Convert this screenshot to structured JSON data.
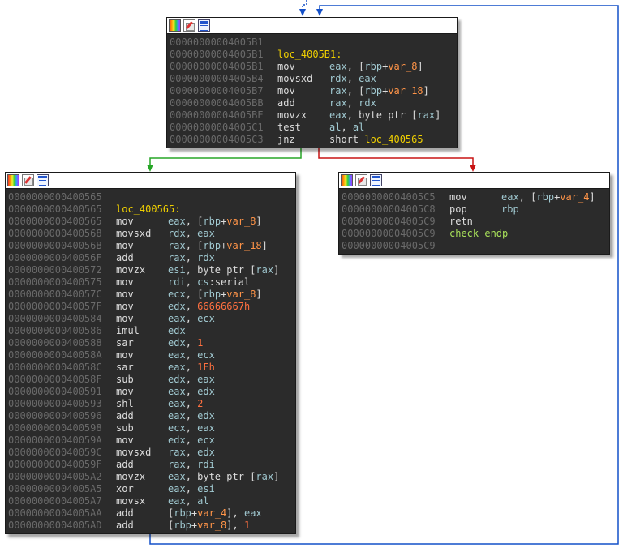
{
  "window": {
    "title": "",
    "colors": {
      "node_bg": "#2b2b2b",
      "address": "#6a6a6a",
      "mnemonic": "#dcdcdc",
      "label": "#f0d000",
      "register": "#a0c8d0",
      "variable": "#ff9448",
      "number": "#ff7040",
      "edge_true": "#26a626",
      "edge_false": "#c81414",
      "edge_loop": "#1450c8"
    }
  },
  "toolbar_icons": [
    "color-palette-icon",
    "rename-edit-icon",
    "graph-overview-icon"
  ],
  "nodes": {
    "top": {
      "lines": [
        {
          "addr": "00000000004005B1",
          "mnem": "",
          "ops": []
        },
        {
          "addr": "00000000004005B1",
          "label": "loc_4005B1:"
        },
        {
          "addr": "00000000004005B1",
          "mnem": "mov",
          "ops": [
            {
              "t": "eax",
              "c": "reg"
            },
            {
              "t": ", [",
              "c": "plain"
            },
            {
              "t": "rbp",
              "c": "reg"
            },
            {
              "t": "+",
              "c": "plain"
            },
            {
              "t": "var_8",
              "c": "var"
            },
            {
              "t": "]",
              "c": "plain"
            }
          ]
        },
        {
          "addr": "00000000004005B4",
          "mnem": "movsxd",
          "ops": [
            {
              "t": "rdx",
              "c": "reg"
            },
            {
              "t": ", ",
              "c": "plain"
            },
            {
              "t": "eax",
              "c": "reg"
            }
          ]
        },
        {
          "addr": "00000000004005B7",
          "mnem": "mov",
          "ops": [
            {
              "t": "rax",
              "c": "reg"
            },
            {
              "t": ", [",
              "c": "plain"
            },
            {
              "t": "rbp",
              "c": "reg"
            },
            {
              "t": "+",
              "c": "plain"
            },
            {
              "t": "var_18",
              "c": "var"
            },
            {
              "t": "]",
              "c": "plain"
            }
          ]
        },
        {
          "addr": "00000000004005BB",
          "mnem": "add",
          "ops": [
            {
              "t": "rax",
              "c": "reg"
            },
            {
              "t": ", ",
              "c": "plain"
            },
            {
              "t": "rdx",
              "c": "reg"
            }
          ]
        },
        {
          "addr": "00000000004005BE",
          "mnem": "movzx",
          "ops": [
            {
              "t": "eax",
              "c": "reg"
            },
            {
              "t": ", byte ptr [",
              "c": "plain"
            },
            {
              "t": "rax",
              "c": "reg"
            },
            {
              "t": "]",
              "c": "plain"
            }
          ]
        },
        {
          "addr": "00000000004005C1",
          "mnem": "test",
          "ops": [
            {
              "t": "al",
              "c": "reg"
            },
            {
              "t": ", ",
              "c": "plain"
            },
            {
              "t": "al",
              "c": "reg"
            }
          ]
        },
        {
          "addr": "00000000004005C3",
          "mnem": "jnz",
          "ops": [
            {
              "t": "short ",
              "c": "plain"
            },
            {
              "t": "loc_400565",
              "c": "label"
            }
          ]
        }
      ]
    },
    "left": {
      "lines": [
        {
          "addr": "0000000000400565",
          "mnem": "",
          "ops": []
        },
        {
          "addr": "0000000000400565",
          "label": "loc_400565:"
        },
        {
          "addr": "0000000000400565",
          "mnem": "mov",
          "ops": [
            {
              "t": "eax",
              "c": "reg"
            },
            {
              "t": ", [",
              "c": "plain"
            },
            {
              "t": "rbp",
              "c": "reg"
            },
            {
              "t": "+",
              "c": "plain"
            },
            {
              "t": "var_8",
              "c": "var"
            },
            {
              "t": "]",
              "c": "plain"
            }
          ]
        },
        {
          "addr": "0000000000400568",
          "mnem": "movsxd",
          "ops": [
            {
              "t": "rdx",
              "c": "reg"
            },
            {
              "t": ", ",
              "c": "plain"
            },
            {
              "t": "eax",
              "c": "reg"
            }
          ]
        },
        {
          "addr": "000000000040056B",
          "mnem": "mov",
          "ops": [
            {
              "t": "rax",
              "c": "reg"
            },
            {
              "t": ", [",
              "c": "plain"
            },
            {
              "t": "rbp",
              "c": "reg"
            },
            {
              "t": "+",
              "c": "plain"
            },
            {
              "t": "var_18",
              "c": "var"
            },
            {
              "t": "]",
              "c": "plain"
            }
          ]
        },
        {
          "addr": "000000000040056F",
          "mnem": "add",
          "ops": [
            {
              "t": "rax",
              "c": "reg"
            },
            {
              "t": ", ",
              "c": "plain"
            },
            {
              "t": "rdx",
              "c": "reg"
            }
          ]
        },
        {
          "addr": "0000000000400572",
          "mnem": "movzx",
          "ops": [
            {
              "t": "esi",
              "c": "reg"
            },
            {
              "t": ", byte ptr [",
              "c": "plain"
            },
            {
              "t": "rax",
              "c": "reg"
            },
            {
              "t": "]",
              "c": "plain"
            }
          ]
        },
        {
          "addr": "0000000000400575",
          "mnem": "mov",
          "ops": [
            {
              "t": "rdi",
              "c": "reg"
            },
            {
              "t": ", ",
              "c": "plain"
            },
            {
              "t": "cs",
              "c": "reg"
            },
            {
              "t": ":serial",
              "c": "plain"
            }
          ]
        },
        {
          "addr": "000000000040057C",
          "mnem": "mov",
          "ops": [
            {
              "t": "ecx",
              "c": "reg"
            },
            {
              "t": ", [",
              "c": "plain"
            },
            {
              "t": "rbp",
              "c": "reg"
            },
            {
              "t": "+",
              "c": "plain"
            },
            {
              "t": "var_8",
              "c": "var"
            },
            {
              "t": "]",
              "c": "plain"
            }
          ]
        },
        {
          "addr": "000000000040057F",
          "mnem": "mov",
          "ops": [
            {
              "t": "edx",
              "c": "reg"
            },
            {
              "t": ", ",
              "c": "plain"
            },
            {
              "t": "66666667h",
              "c": "num"
            }
          ]
        },
        {
          "addr": "0000000000400584",
          "mnem": "mov",
          "ops": [
            {
              "t": "eax",
              "c": "reg"
            },
            {
              "t": ", ",
              "c": "plain"
            },
            {
              "t": "ecx",
              "c": "reg"
            }
          ]
        },
        {
          "addr": "0000000000400586",
          "mnem": "imul",
          "ops": [
            {
              "t": "edx",
              "c": "reg"
            }
          ]
        },
        {
          "addr": "0000000000400588",
          "mnem": "sar",
          "ops": [
            {
              "t": "edx",
              "c": "reg"
            },
            {
              "t": ", ",
              "c": "plain"
            },
            {
              "t": "1",
              "c": "num"
            }
          ]
        },
        {
          "addr": "000000000040058A",
          "mnem": "mov",
          "ops": [
            {
              "t": "eax",
              "c": "reg"
            },
            {
              "t": ", ",
              "c": "plain"
            },
            {
              "t": "ecx",
              "c": "reg"
            }
          ]
        },
        {
          "addr": "000000000040058C",
          "mnem": "sar",
          "ops": [
            {
              "t": "eax",
              "c": "reg"
            },
            {
              "t": ", ",
              "c": "plain"
            },
            {
              "t": "1Fh",
              "c": "num"
            }
          ]
        },
        {
          "addr": "000000000040058F",
          "mnem": "sub",
          "ops": [
            {
              "t": "edx",
              "c": "reg"
            },
            {
              "t": ", ",
              "c": "plain"
            },
            {
              "t": "eax",
              "c": "reg"
            }
          ]
        },
        {
          "addr": "0000000000400591",
          "mnem": "mov",
          "ops": [
            {
              "t": "eax",
              "c": "reg"
            },
            {
              "t": ", ",
              "c": "plain"
            },
            {
              "t": "edx",
              "c": "reg"
            }
          ]
        },
        {
          "addr": "0000000000400593",
          "mnem": "shl",
          "ops": [
            {
              "t": "eax",
              "c": "reg"
            },
            {
              "t": ", ",
              "c": "plain"
            },
            {
              "t": "2",
              "c": "num"
            }
          ]
        },
        {
          "addr": "0000000000400596",
          "mnem": "add",
          "ops": [
            {
              "t": "eax",
              "c": "reg"
            },
            {
              "t": ", ",
              "c": "plain"
            },
            {
              "t": "edx",
              "c": "reg"
            }
          ]
        },
        {
          "addr": "0000000000400598",
          "mnem": "sub",
          "ops": [
            {
              "t": "ecx",
              "c": "reg"
            },
            {
              "t": ", ",
              "c": "plain"
            },
            {
              "t": "eax",
              "c": "reg"
            }
          ]
        },
        {
          "addr": "000000000040059A",
          "mnem": "mov",
          "ops": [
            {
              "t": "edx",
              "c": "reg"
            },
            {
              "t": ", ",
              "c": "plain"
            },
            {
              "t": "ecx",
              "c": "reg"
            }
          ]
        },
        {
          "addr": "000000000040059C",
          "mnem": "movsxd",
          "ops": [
            {
              "t": "rax",
              "c": "reg"
            },
            {
              "t": ", ",
              "c": "plain"
            },
            {
              "t": "edx",
              "c": "reg"
            }
          ]
        },
        {
          "addr": "000000000040059F",
          "mnem": "add",
          "ops": [
            {
              "t": "rax",
              "c": "reg"
            },
            {
              "t": ", ",
              "c": "plain"
            },
            {
              "t": "rdi",
              "c": "reg"
            }
          ]
        },
        {
          "addr": "00000000004005A2",
          "mnem": "movzx",
          "ops": [
            {
              "t": "eax",
              "c": "reg"
            },
            {
              "t": ", byte ptr [",
              "c": "plain"
            },
            {
              "t": "rax",
              "c": "reg"
            },
            {
              "t": "]",
              "c": "plain"
            }
          ]
        },
        {
          "addr": "00000000004005A5",
          "mnem": "xor",
          "ops": [
            {
              "t": "eax",
              "c": "reg"
            },
            {
              "t": ", ",
              "c": "plain"
            },
            {
              "t": "esi",
              "c": "reg"
            }
          ]
        },
        {
          "addr": "00000000004005A7",
          "mnem": "movsx",
          "ops": [
            {
              "t": "eax",
              "c": "reg"
            },
            {
              "t": ", ",
              "c": "plain"
            },
            {
              "t": "al",
              "c": "reg"
            }
          ]
        },
        {
          "addr": "00000000004005AA",
          "mnem": "add",
          "ops": [
            {
              "t": "[",
              "c": "plain"
            },
            {
              "t": "rbp",
              "c": "reg"
            },
            {
              "t": "+",
              "c": "plain"
            },
            {
              "t": "var_4",
              "c": "var"
            },
            {
              "t": "], ",
              "c": "plain"
            },
            {
              "t": "eax",
              "c": "reg"
            }
          ]
        },
        {
          "addr": "00000000004005AD",
          "mnem": "add",
          "ops": [
            {
              "t": "[",
              "c": "plain"
            },
            {
              "t": "rbp",
              "c": "reg"
            },
            {
              "t": "+",
              "c": "plain"
            },
            {
              "t": "var_8",
              "c": "var"
            },
            {
              "t": "], ",
              "c": "plain"
            },
            {
              "t": "1",
              "c": "num"
            }
          ]
        }
      ]
    },
    "right": {
      "lines": [
        {
          "addr": "00000000004005C5",
          "mnem": "mov",
          "ops": [
            {
              "t": "eax",
              "c": "reg"
            },
            {
              "t": ", [",
              "c": "plain"
            },
            {
              "t": "rbp",
              "c": "reg"
            },
            {
              "t": "+",
              "c": "plain"
            },
            {
              "t": "var_4",
              "c": "var"
            },
            {
              "t": "]",
              "c": "plain"
            }
          ]
        },
        {
          "addr": "00000000004005C8",
          "mnem": "pop",
          "ops": [
            {
              "t": "rbp",
              "c": "reg"
            }
          ]
        },
        {
          "addr": "00000000004005C9",
          "mnem": "retn",
          "ops": []
        },
        {
          "addr": "00000000004005C9",
          "endp": "check endp"
        },
        {
          "addr": "00000000004005C9",
          "mnem": "",
          "ops": []
        }
      ]
    }
  }
}
